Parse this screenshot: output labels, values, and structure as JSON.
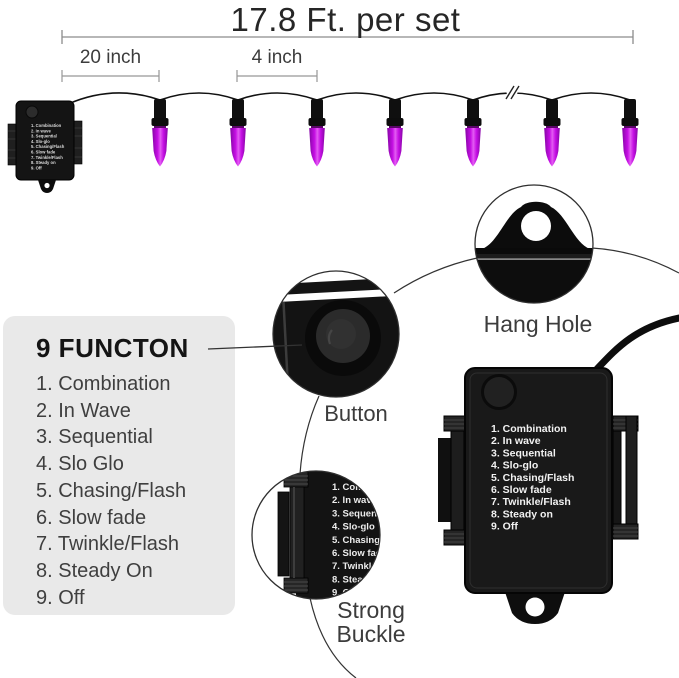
{
  "header": {
    "title": "17.8 Ft. per set"
  },
  "dimension_labels": {
    "box_to_first_bulb": "20 inch",
    "bulb_spacing": "4 inch"
  },
  "function_panel": {
    "heading": "9 FUNCTON",
    "items": [
      "1. Combination",
      "2. In Wave",
      "3. Sequential",
      "4. Slo Glo",
      "5. Chasing/Flash",
      "6. Slow fade",
      "7. Twinkle/Flash",
      "8. Steady On",
      "9. Off"
    ]
  },
  "device_labels": {
    "items": [
      "1. Combination",
      "2. In wave",
      "3. Sequential",
      "4. Slo-glo",
      "5. Chasing/Flash",
      "6. Slow fade",
      "7. Twinkle/Flash",
      "8. Steady on",
      "9. Off"
    ]
  },
  "callouts": {
    "button": "Button",
    "hang_hole": "Hang Hole",
    "strong_buckle_line1": "Strong",
    "strong_buckle_line2": "Buckle"
  },
  "colors": {
    "bulb": "#c60fe4",
    "bulb_dark": "#8606a6",
    "bulb_light": "#e25cf2",
    "wire": "#111111",
    "dim_line": "#8f8f8f",
    "panel_bg": "#e9e9e9",
    "text_primary": "#262626",
    "text_secondary": "#3c3c3c",
    "device_body": "#191919",
    "device_text": "#f2f2f2"
  }
}
